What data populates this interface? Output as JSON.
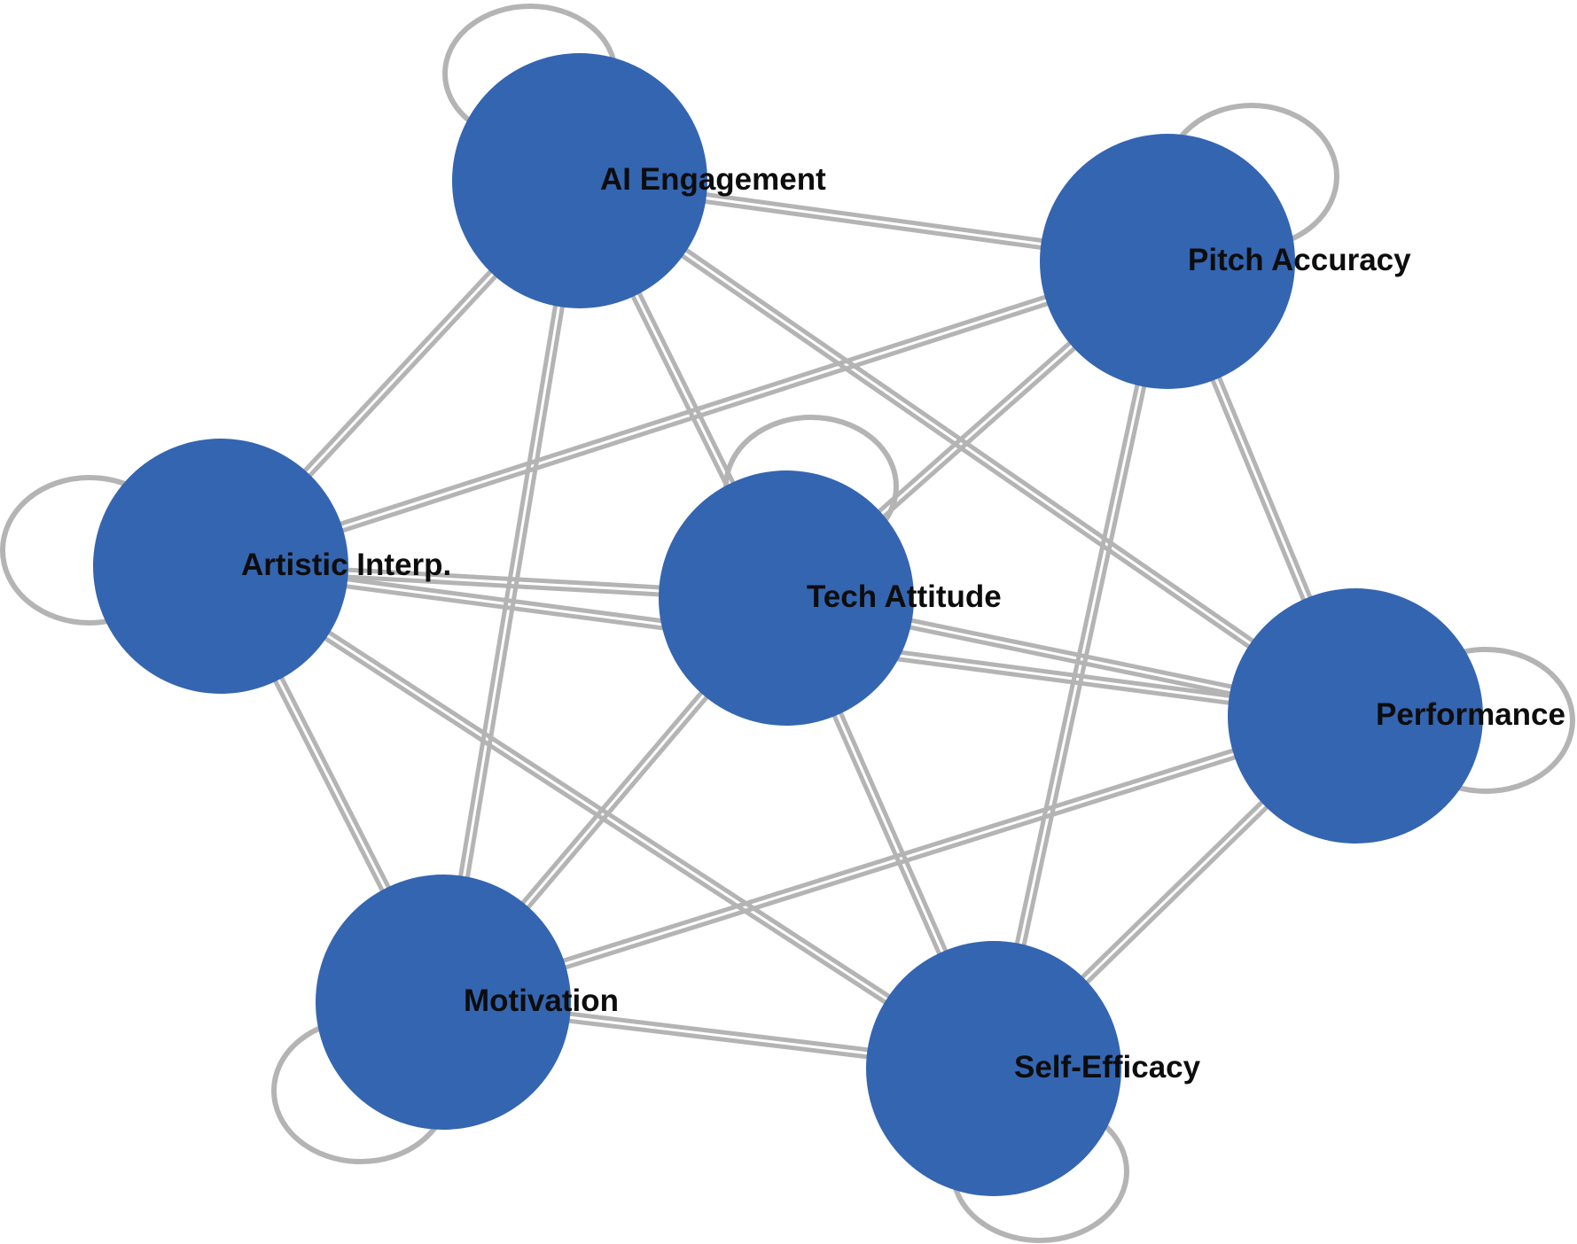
{
  "colors": {
    "node_fill": "#3465b1",
    "edge": "#b4b4b4",
    "label": "#0d0d0d",
    "background": "#ffffff"
  },
  "nodes": [
    {
      "id": "ai",
      "label": "AI Engagement"
    },
    {
      "id": "pitch",
      "label": "Pitch Accuracy"
    },
    {
      "id": "art",
      "label": "Artistic Interp."
    },
    {
      "id": "tech",
      "label": "Tech Attitude"
    },
    {
      "id": "perf",
      "label": "Performance"
    },
    {
      "id": "mot",
      "label": "Motivation"
    },
    {
      "id": "self",
      "label": "Self-Efficacy"
    }
  ],
  "edges": [
    [
      "ai",
      "pitch"
    ],
    [
      "ai",
      "art"
    ],
    [
      "ai",
      "mot"
    ],
    [
      "ai",
      "tech"
    ],
    [
      "ai",
      "perf"
    ],
    [
      "pitch",
      "art"
    ],
    [
      "pitch",
      "tech"
    ],
    [
      "pitch",
      "perf"
    ],
    [
      "pitch",
      "self"
    ],
    [
      "art",
      "tech"
    ],
    [
      "art",
      "perf"
    ],
    [
      "art",
      "mot"
    ],
    [
      "art",
      "self"
    ],
    [
      "tech",
      "perf"
    ],
    [
      "tech",
      "mot"
    ],
    [
      "tech",
      "self"
    ],
    [
      "perf",
      "mot"
    ],
    [
      "perf",
      "self"
    ],
    [
      "mot",
      "self"
    ]
  ],
  "self_loops": [
    "ai",
    "pitch",
    "art",
    "tech",
    "perf",
    "mot",
    "self"
  ]
}
